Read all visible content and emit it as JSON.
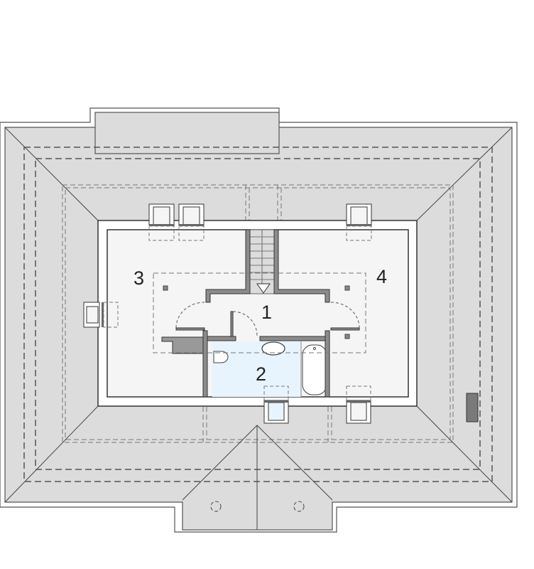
{
  "plan": {
    "rooms": [
      {
        "number": "1"
      },
      {
        "number": "2"
      },
      {
        "number": "3"
      },
      {
        "number": "4"
      }
    ],
    "colors": {
      "roof": "#dcdcdc",
      "interior": "#f5f5f5",
      "bathroom": "#e8f4fd",
      "wall": "#8c8c8c",
      "chimney": "#7a7a7a",
      "line": "#444444"
    }
  }
}
